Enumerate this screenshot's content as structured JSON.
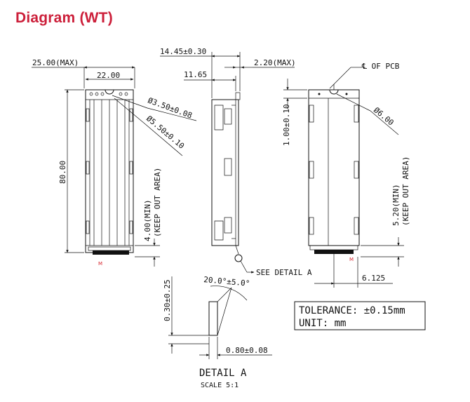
{
  "page": {
    "title": "Diagram (WT)"
  },
  "drawing": {
    "front": {
      "overall_width": "25.00(MAX)",
      "body_width": "22.00",
      "length": "80.00",
      "hole_small": "Ø3.50±0.08",
      "hole_large": "Ø5.50±0.10",
      "keep_out_1": "4.00(MIN)",
      "keep_out_2": "(KEEP OUT AREA)"
    },
    "side": {
      "total_depth": "14.45±0.30",
      "inner_depth": "11.65",
      "thickness_max": "2.20(MAX)",
      "see_detail": "SEE DETAIL A"
    },
    "back": {
      "pcb_center": "℄ OF PCB",
      "top_offset": "1.00±0.10",
      "hole": "Ø6.00",
      "keep_out_1": "5.20(MIN)",
      "keep_out_2": "(KEEP OUT AREA)",
      "pin_offset": "6.125"
    },
    "detail": {
      "angle": "20.0°±5.0°",
      "height": "0.30±0.25",
      "width": "0.80±0.08",
      "title": "DETAIL A",
      "scale": "SCALE 5:1"
    },
    "tolerance_line": "TOLERANCE: ±0.15mm",
    "unit_line": "UNIT: mm",
    "pin_mark": "M"
  }
}
